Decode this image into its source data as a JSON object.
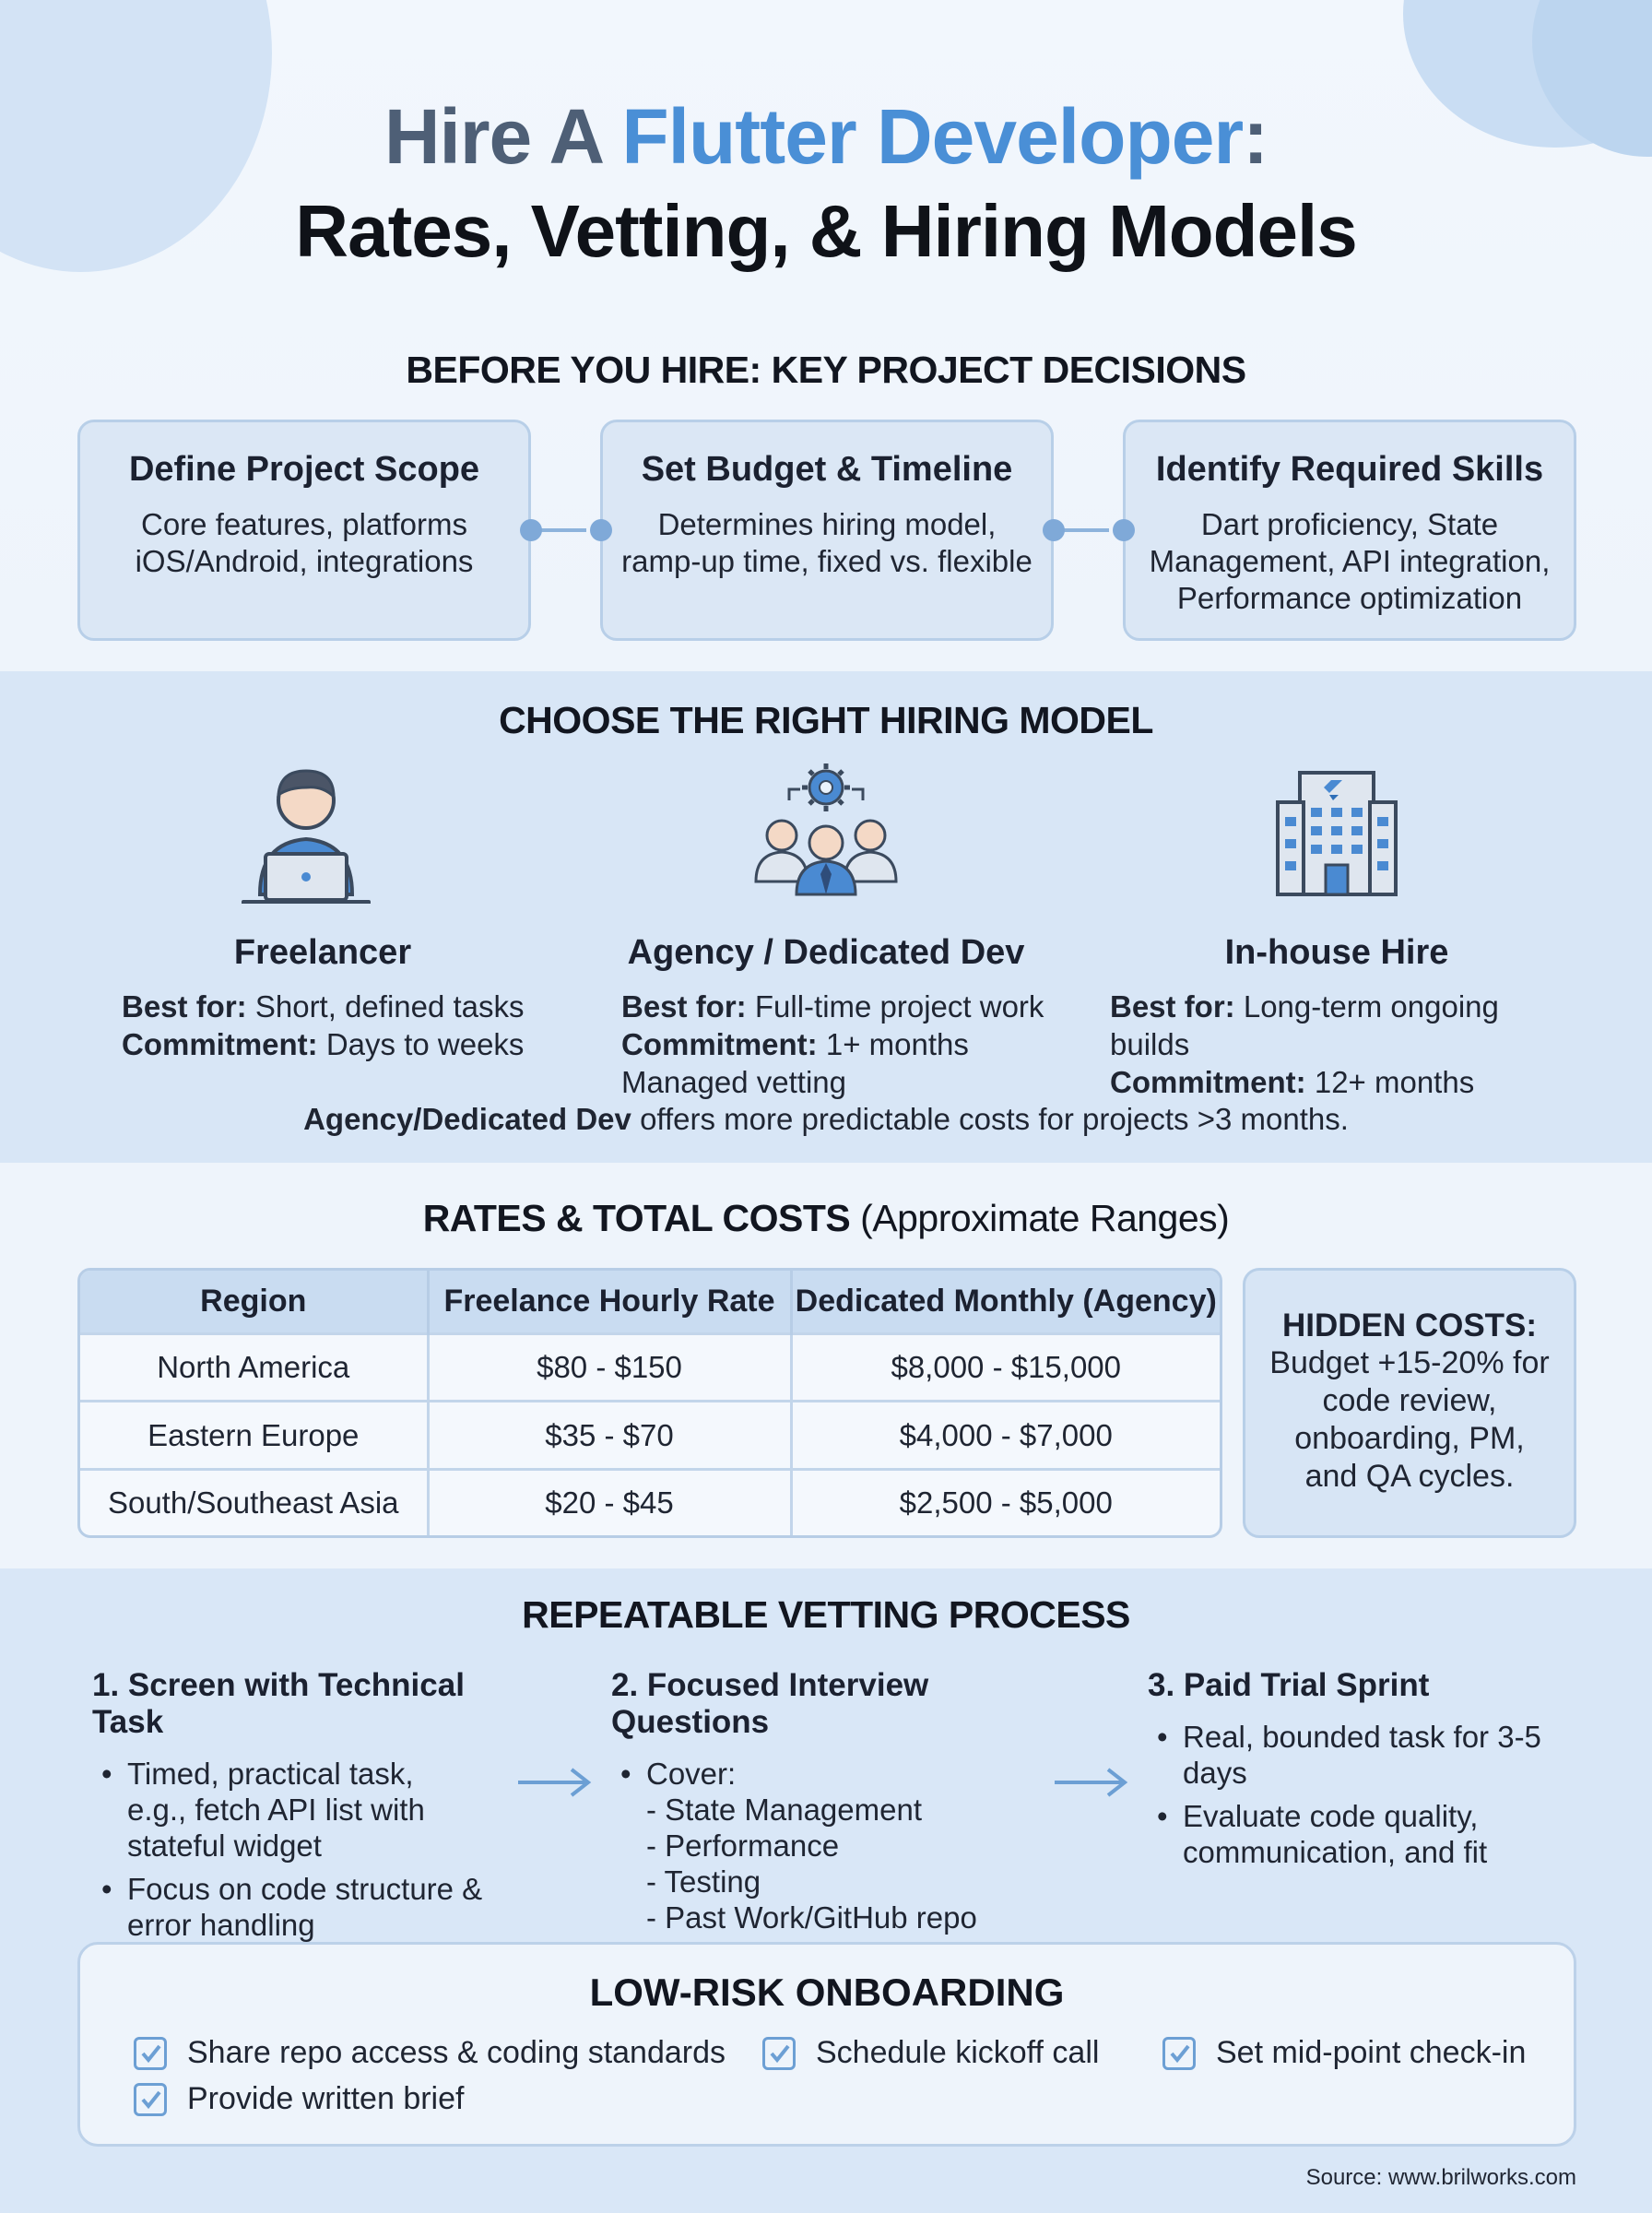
{
  "header": {
    "title_prefix": "Hire A ",
    "title_accent": "Flutter Developer",
    "title_suffix": ":",
    "subtitle": "Rates, Vetting, & Hiring Models"
  },
  "decisions": {
    "heading": "BEFORE YOU HIRE: KEY PROJECT DECISIONS",
    "cards": [
      {
        "title": "Define Project Scope",
        "lines": [
          "Core features, platforms",
          "iOS/Android, integrations"
        ]
      },
      {
        "title": "Set Budget & Timeline",
        "lines": [
          "Determines hiring model,",
          "ramp-up time, fixed vs. flexible"
        ]
      },
      {
        "title": "Identify Required Skills",
        "lines": [
          "Dart proficiency, State",
          "Management, API integration,",
          "Performance optimization"
        ]
      }
    ]
  },
  "hiring": {
    "heading": "CHOOSE THE RIGHT HIRING MODEL",
    "best_for_label": "Best for:",
    "commitment_label": "Commitment:",
    "models": [
      {
        "name": "Freelancer",
        "best_for": " Short, defined tasks",
        "commitment": " Days to weeks",
        "extra": "",
        "icon": "freelancer-laptop-icon"
      },
      {
        "name": "Agency / Dedicated Dev",
        "best_for": " Full-time project work",
        "commitment": " 1+ months",
        "extra": "Managed vetting",
        "icon": "team-gear-icon"
      },
      {
        "name": "In-house Hire",
        "best_for": " Long-term ongoing builds",
        "commitment": " 12+ months",
        "extra": "",
        "icon": "office-building-icon"
      }
    ],
    "note_bold": "Agency/Dedicated Dev",
    "note_rest": " offers more predictable costs for projects >3 months."
  },
  "rates": {
    "heading_bold": "RATES & TOTAL COSTS",
    "heading_light": " (Approximate Ranges)",
    "columns": [
      "Region",
      "Freelance Hourly Rate",
      "Dedicated Monthly (Agency)"
    ],
    "rows": [
      [
        "North America",
        "$80 - $150",
        "$8,000 - $15,000"
      ],
      [
        "Eastern Europe",
        "$35 - $70",
        "$4,000 - $7,000"
      ],
      [
        "South/Southeast Asia",
        "$20 - $45",
        "$2,500 - $5,000"
      ]
    ],
    "hidden_costs_title": "HIDDEN COSTS:",
    "hidden_costs_lines": [
      "Budget +15-20% for",
      "code review,",
      "onboarding, PM,",
      "and QA cycles."
    ]
  },
  "vetting": {
    "heading": "REPEATABLE VETTING PROCESS",
    "steps": [
      {
        "title": "1. Screen with Technical Task",
        "bullets": [
          [
            "Timed, practical task,",
            "e.g., fetch API list with",
            "stateful widget"
          ],
          [
            "Focus on code structure &",
            "error handling"
          ]
        ]
      },
      {
        "title": "2. Focused Interview Questions",
        "bullets": [
          [
            "Cover:",
            "- State Management",
            "- Performance",
            "- Testing",
            "- Past Work/GitHub repo"
          ]
        ]
      },
      {
        "title": "3. Paid Trial Sprint",
        "bullets": [
          [
            "Real, bounded task for 3-5",
            "days"
          ],
          [
            "Evaluate code quality,",
            "communication, and fit"
          ]
        ]
      }
    ]
  },
  "onboarding": {
    "heading": "LOW-RISK ONBOARDING",
    "items": [
      "Share repo access & coding standards",
      "Schedule kickoff call",
      "Set mid-point check-in",
      "Provide written brief"
    ]
  },
  "source": "Source: www.brilworks.com",
  "colors": {
    "accent": "#4a8fd6",
    "band": "#d8e6f6",
    "card_border": "#b8cfe8",
    "icon_blue": "#4a8ad2"
  }
}
